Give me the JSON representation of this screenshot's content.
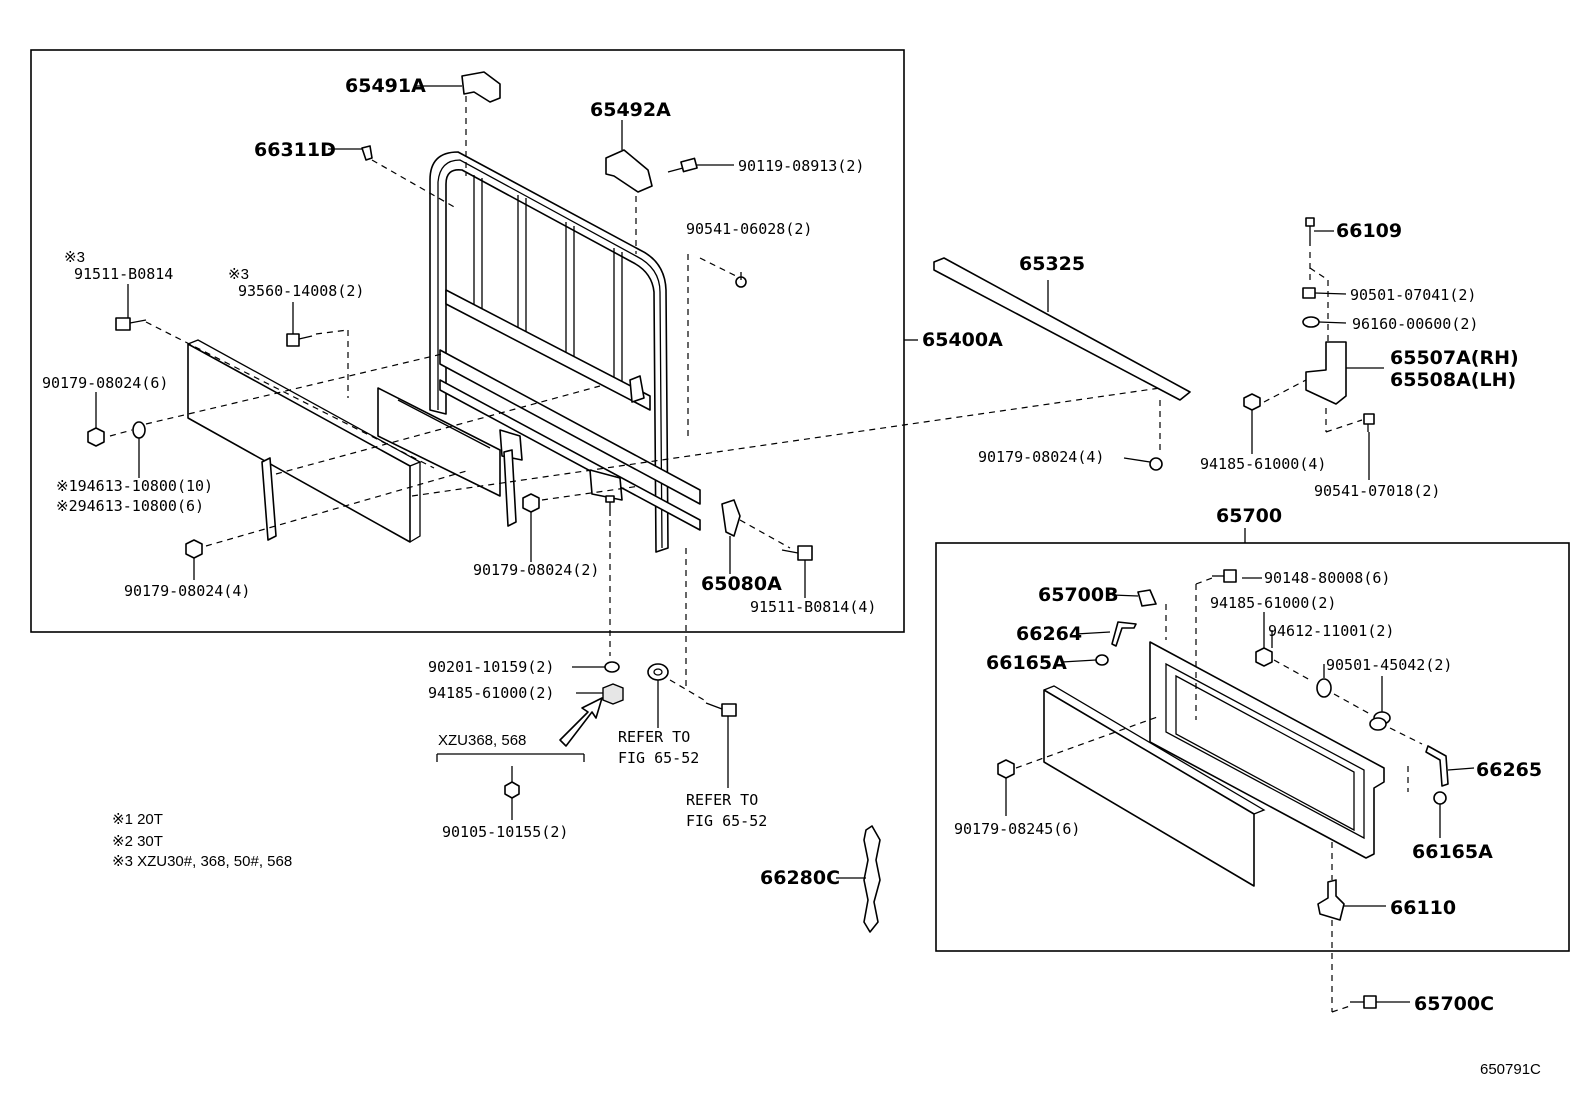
{
  "figure_id": "650791C",
  "notes": [
    "※1 20T",
    "※2 30T",
    "※3 XZU30#, 368, 50#, 568"
  ],
  "labels": {
    "p65491A": "65491A",
    "p65492A": "65492A",
    "p66311D": "66311D",
    "p90119_08913": "90119-08913(2)",
    "p90541_06028": "90541-06028(2)",
    "mark3a": "※3",
    "p91511_B0814": "91511-B0814",
    "mark3b": "※3",
    "p93560_14008": "93560-14008(2)",
    "p90179_08024_6": "90179-08024(6)",
    "p194613": "※194613-10800(10)",
    "p294613": "※294613-10800(6)",
    "p90179_08024_4a": "90179-08024(4)",
    "p90179_08024_2": "90179-08024(2)",
    "p65080A": "65080A",
    "p91511_B0814_4": "91511-B0814(4)",
    "p65400A": "65400A",
    "p65325": "65325",
    "p90179_08024_4b": "90179-08024(4)",
    "p66109": "66109",
    "p90501_07041": "90501-07041(2)",
    "p96160_00600": "96160-00600(2)",
    "p65507A": "65507A(RH)",
    "p65508A": "65508A(LH)",
    "p94185_61000_4": "94185-61000(4)",
    "p90541_07018": "90541-07018(2)",
    "p65700": "65700",
    "p90201_10159": "90201-10159(2)",
    "p94185_61000_2a": "94185-61000(2)",
    "xzu_models": "XZU368, 568",
    "p90105_10155": "90105-10155(2)",
    "refer1_line1": "REFER TO",
    "refer1_line2": "FIG 65-52",
    "refer2_line1": "REFER TO",
    "refer2_line2": "FIG 65-52",
    "p66280C": "66280C",
    "p65700B": "65700B",
    "p90148_80008": "90148-80008(6)",
    "p94185_61000_2b": "94185-61000(2)",
    "p94612_11001": "94612-11001(2)",
    "p90501_45042": "90501-45042(2)",
    "p66264": "66264",
    "p66165A_a": "66165A",
    "p66265": "66265",
    "p66165A_b": "66165A",
    "p90179_08245": "90179-08245(6)",
    "p66110": "66110",
    "p65700C": "65700C"
  }
}
